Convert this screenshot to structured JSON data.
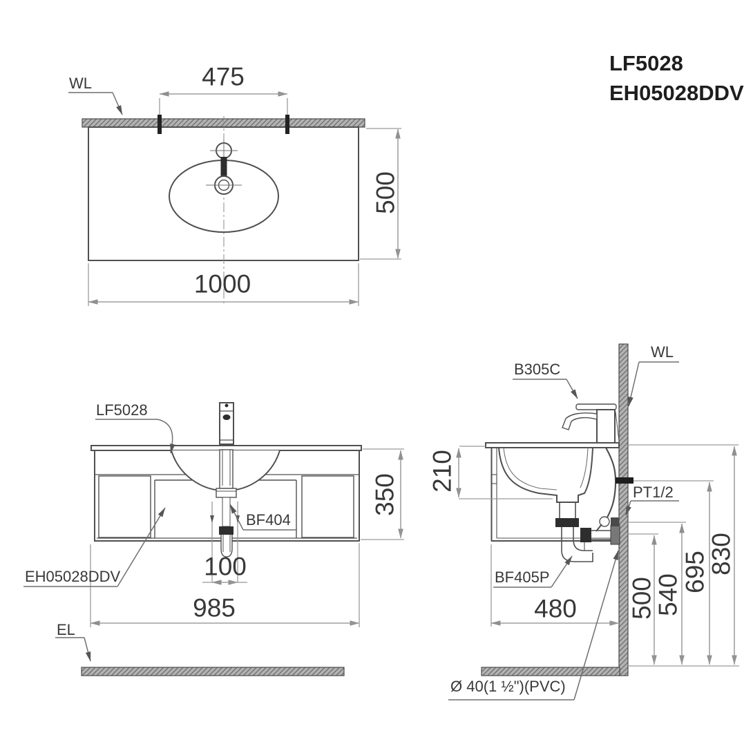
{
  "header": {
    "model_primary": "LF5028",
    "model_secondary": "EH05028DDV"
  },
  "top_view": {
    "wall_line_label": "WL",
    "faucet_hole_spacing": "475",
    "counter_depth": "500",
    "counter_width": "1000"
  },
  "front_view": {
    "basin_model_label": "LF5028",
    "cabinet_model_label": "EH05028DDV",
    "drain_model_label": "BF404",
    "floor_line_label": "EL",
    "cabinet_height": "350",
    "drain_clearance": "100",
    "cabinet_width": "985"
  },
  "side_view": {
    "faucet_model_label": "B305C",
    "wall_line_label": "WL",
    "supply_connection_label": "PT1/2",
    "trap_model_label": "BF405P",
    "waste_pipe_label": "Ø 40(1 ½\")(PVC)",
    "basin_to_counter_depth": "210",
    "cabinet_depth": "480",
    "waste_outlet_height": "500",
    "trap_height": "540",
    "supply_height": "695",
    "counter_height": "830"
  },
  "colors": {
    "background": "#ffffff",
    "object_line": "#4f4f4f",
    "dimension_line": "#9b9b9b",
    "text": "#383838",
    "hatch_fill": "#b2b2b2",
    "hatch_stroke": "#636363",
    "fitting_black": "#2e2e2e"
  }
}
